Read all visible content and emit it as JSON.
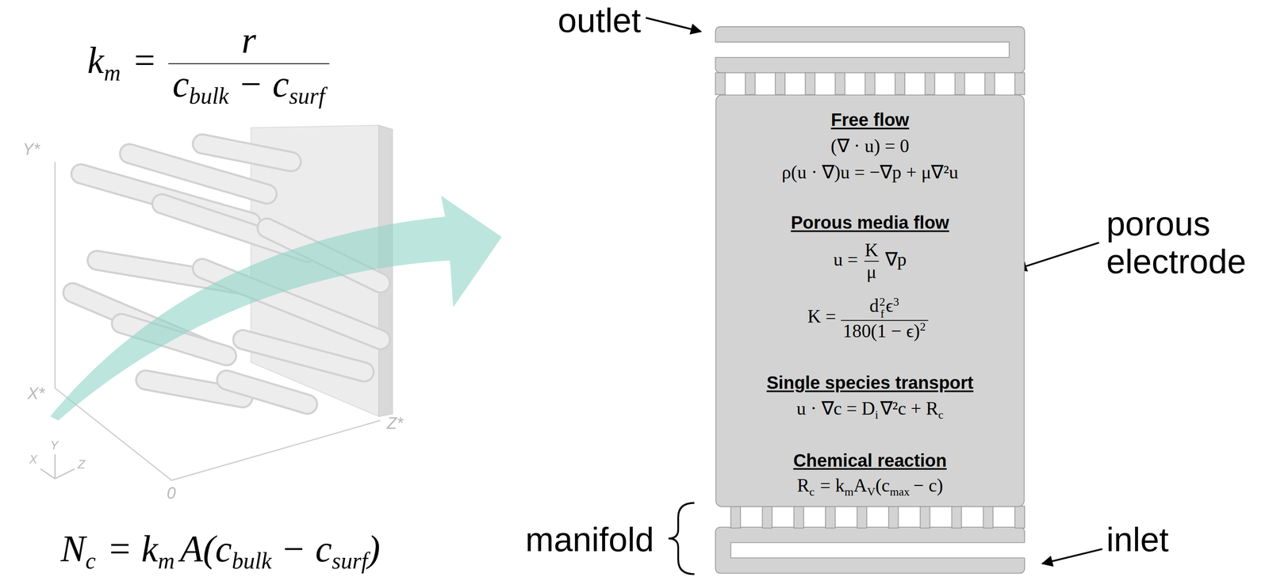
{
  "diagram": {
    "nodes": [
      {
        "text": [
          "Free flow",
          "(∇ · u) = 0",
          "ρ(u · ∇)u = −∇p + μ∇²u",
          "Porous media flow",
          "u =",
          "K",
          "μ",
          "∇p",
          "K =",
          "d",
          "f",
          "2",
          "ϵ",
          "3",
          "180(1 − ϵ)",
          "2",
          "Single species transport",
          "u · ∇c = D",
          "i",
          "∇²c + R",
          "c",
          "Chemical reaction",
          "R",
          "c",
          "= k",
          "m",
          "A",
          "V",
          "(c",
          "max",
          "− c)"
        ]
      }
    ],
    "labels": [
      "k",
      "m",
      "=",
      "r",
      "c",
      "bulk",
      "− c",
      "surf",
      "N",
      "c",
      "= k",
      "m",
      "A(c",
      "bulk",
      "− c",
      "surf",
      ")",
      "Y*",
      "X*",
      "Z*",
      "0",
      "X",
      "Y",
      "Z",
      "outlet",
      "porous electrode",
      "manifold",
      "inlet"
    ]
  }
}
